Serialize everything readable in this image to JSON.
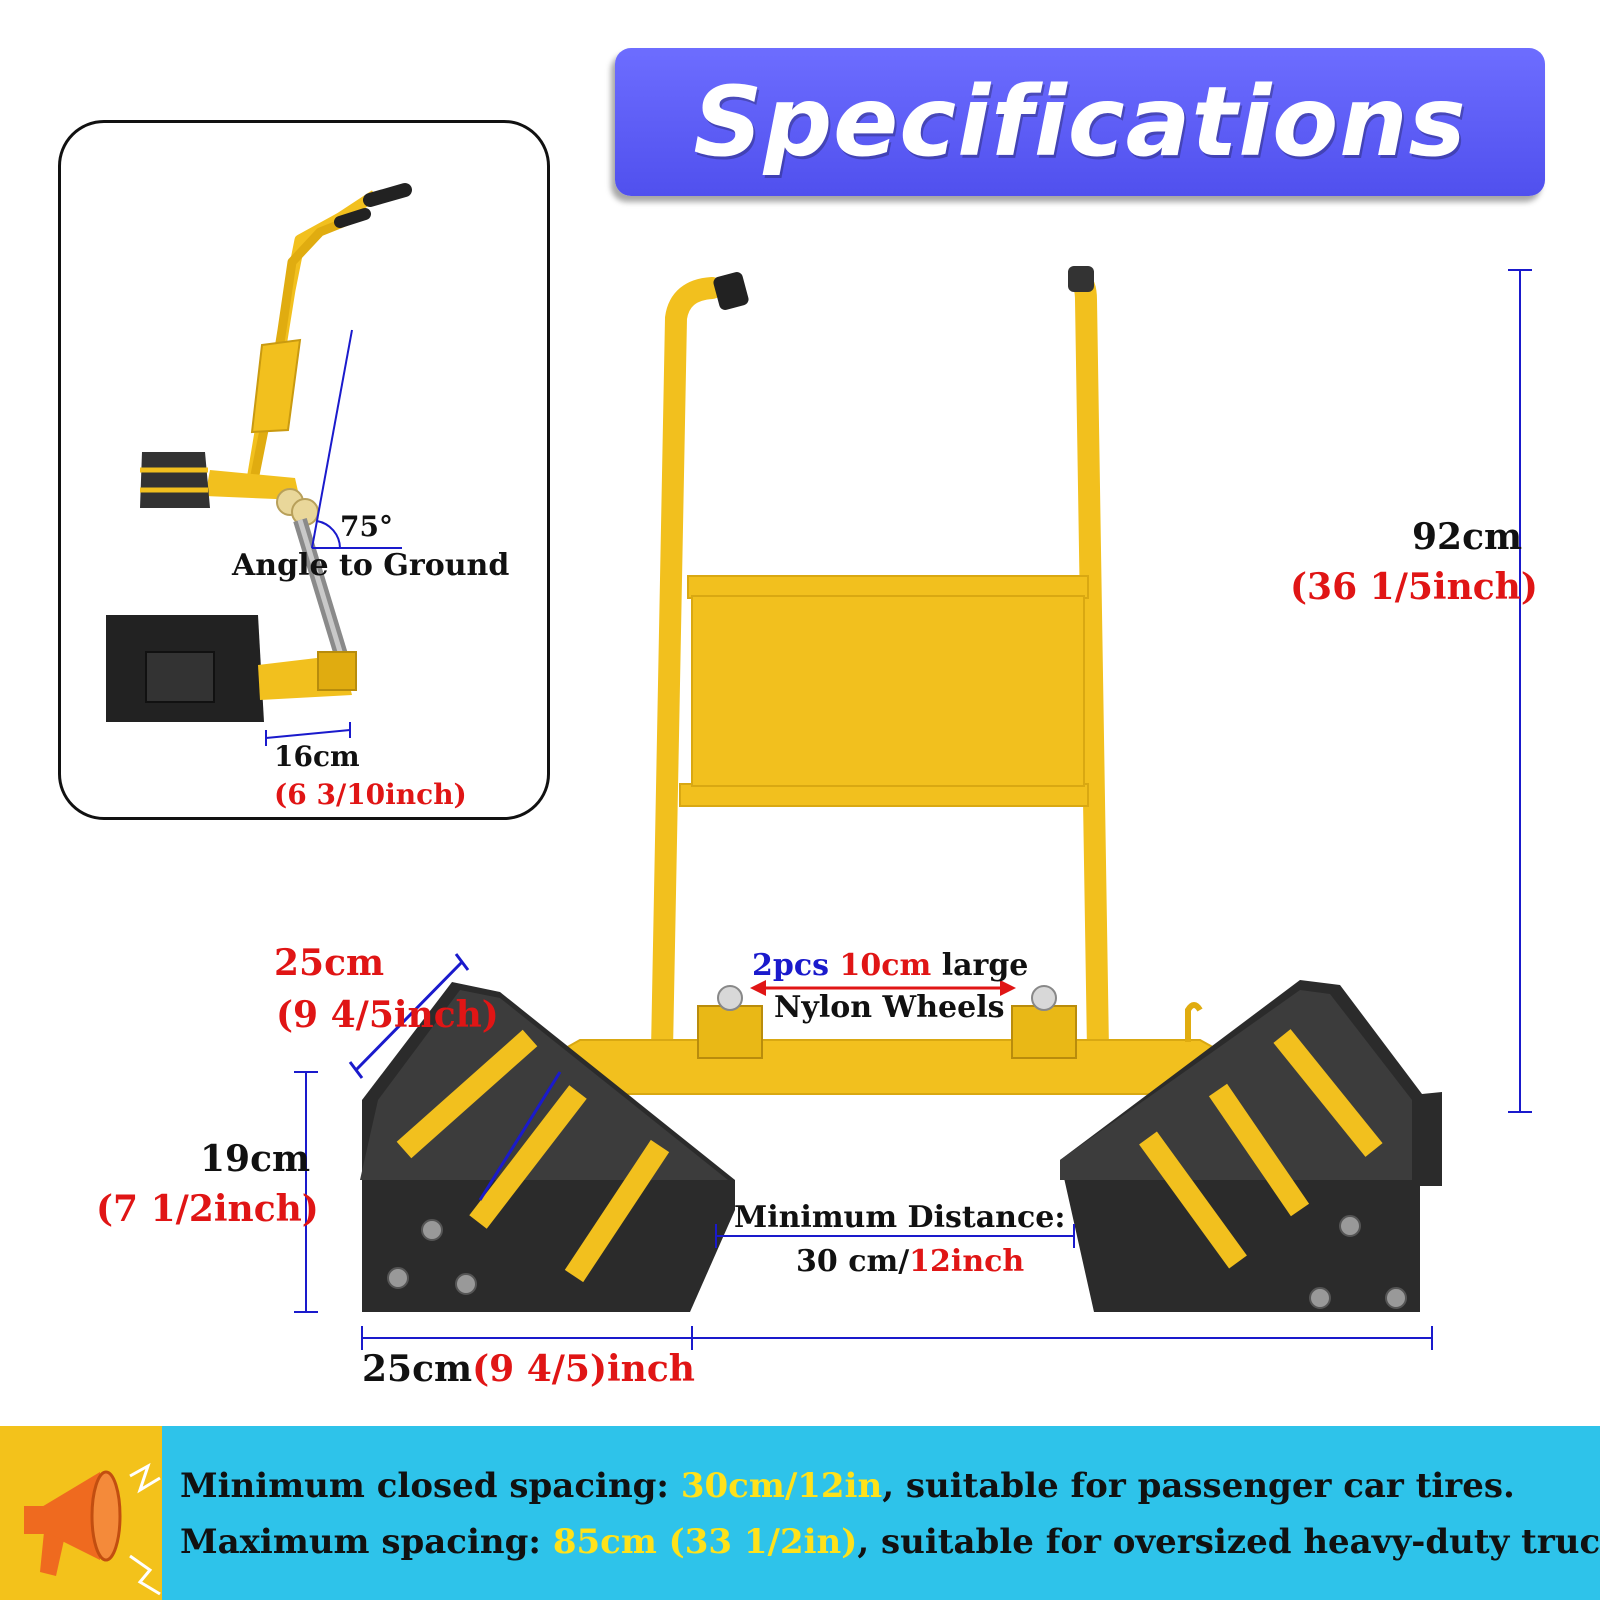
{
  "title": "Specifications",
  "inset": {
    "angle_value": "75°",
    "angle_label": "Angle to Ground",
    "width_cm": "16cm",
    "width_inch": "(6 3/10inch)"
  },
  "main": {
    "height_cm": "92cm",
    "height_inch": "(36 1/5inch)",
    "chock_slope_cm": "25cm",
    "chock_slope_inch": "(9 4/5inch)",
    "chock_height_cm": "19cm",
    "chock_height_inch": "(7 1/2inch)",
    "chock_base_cm": "25cm",
    "chock_base_inch": "(9 4/5)inch",
    "wheels_count": "2pcs",
    "wheels_size": "10cm",
    "wheels_large": "large",
    "wheels_name": "Nylon Wheels",
    "min_distance_label": "Minimum Distance:",
    "min_distance_cm": "30 cm/",
    "min_distance_inch": "12inch"
  },
  "footer": {
    "line1_pre": "Minimum closed spacing: ",
    "line1_hl": "30cm/12in",
    "line1_post": ", suitable for passenger car tires.",
    "line2_pre": "Maximum spacing: ",
    "line2_hl": "85cm (33 1/2in)",
    "line2_post": ", suitable for oversized heavy-duty trucks."
  },
  "colors": {
    "banner": "#5a5af2",
    "frame_yellow": "#f2c01e",
    "rubber": "#2b2b2b",
    "dimension_line": "#1a1acc",
    "red_text": "#e01515",
    "footer_bg": "#2ec3ea",
    "footer_highlight": "#ffe21a"
  }
}
